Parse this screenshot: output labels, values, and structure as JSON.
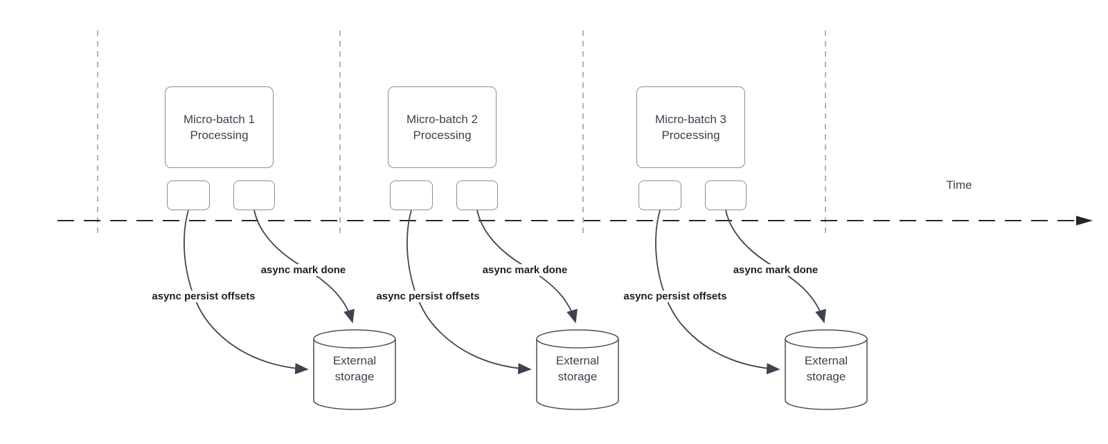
{
  "timeline": {
    "label": "Time"
  },
  "batches": [
    {
      "process": [
        "Micro-batch 1",
        "Processing"
      ],
      "persist_label": "async persist offsets",
      "mark_label": "async mark done",
      "storage": [
        "External",
        "storage"
      ]
    },
    {
      "process": [
        "Micro-batch 2",
        "Processing"
      ],
      "persist_label": "async persist offsets",
      "mark_label": "async mark done",
      "storage": [
        "External",
        "storage"
      ]
    },
    {
      "process": [
        "Micro-batch 3",
        "Processing"
      ],
      "persist_label": "async persist offsets",
      "mark_label": "async mark done",
      "storage": [
        "External",
        "storage"
      ]
    }
  ],
  "colors": {
    "box_border": "#878c95",
    "cylinder_stroke": "#474d57",
    "arrow_stroke": "#3d4450",
    "timeline_stroke": "#22262c",
    "guide_line": "#b2b2ba",
    "text": "#3a414d",
    "bold_label_text": "#1b1e24",
    "background": "#ffffff"
  }
}
